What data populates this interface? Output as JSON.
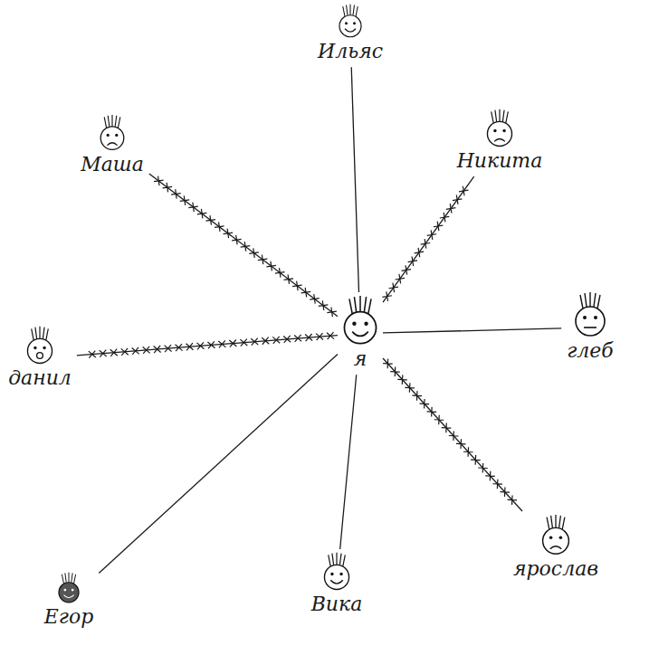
{
  "diagram": {
    "nodes": [
      {
        "text": [
          "Ильяс"
        ]
      },
      {
        "text": [
          "Маша"
        ]
      },
      {
        "text": [
          "Никита"
        ]
      },
      {
        "text": [
          "я"
        ]
      },
      {
        "text": [
          "глеб"
        ]
      },
      {
        "text": [
          "данил"
        ]
      },
      {
        "text": [
          "ярослав"
        ]
      },
      {
        "text": [
          "Вика"
        ]
      },
      {
        "text": [
          "Егор"
        ]
      }
    ],
    "edges": [
      {
        "from": 3,
        "to": 0,
        "arrow": "none"
      },
      {
        "from": 3,
        "to": 1,
        "arrow": "none"
      },
      {
        "from": 3,
        "to": 2,
        "arrow": "none"
      },
      {
        "from": 3,
        "to": 4,
        "arrow": "none"
      },
      {
        "from": 3,
        "to": 5,
        "arrow": "none"
      },
      {
        "from": 3,
        "to": 6,
        "arrow": "none"
      },
      {
        "from": 3,
        "to": 7,
        "arrow": "none"
      },
      {
        "from": 3,
        "to": 8,
        "arrow": "none"
      }
    ]
  }
}
